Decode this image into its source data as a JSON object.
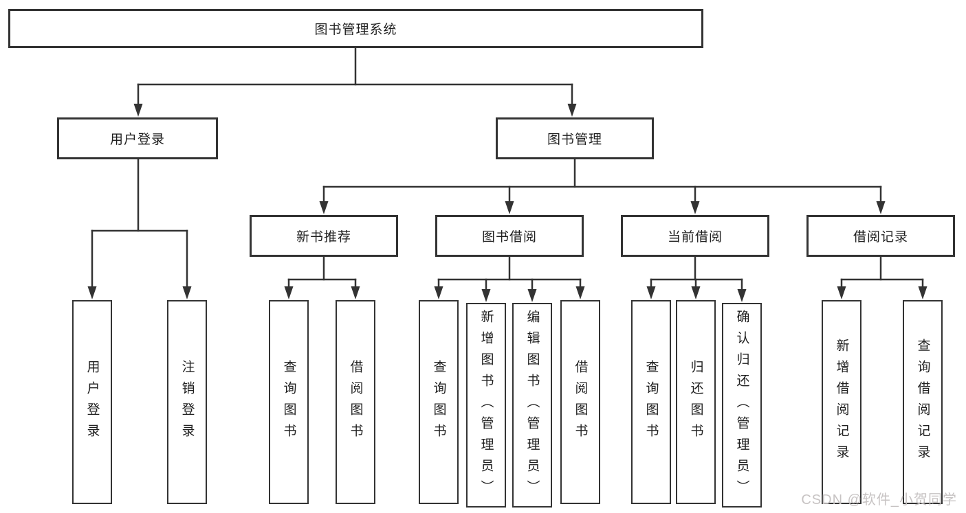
{
  "diagram_title": "图书管理系统",
  "watermark": "CSDN @软件_小贺同学",
  "colors": {
    "line": "#333333",
    "box_border": "#333333",
    "text": "#1f1f1f",
    "background": "#ffffff",
    "watermark": "#c7c3c3"
  },
  "tree": {
    "label": "图书管理系统",
    "children": [
      {
        "label": "用户登录",
        "children": [
          {
            "label": "用户登录"
          },
          {
            "label": "注销登录"
          }
        ]
      },
      {
        "label": "图书管理",
        "children": [
          {
            "label": "新书推荐",
            "children": [
              {
                "label": "查询图书"
              },
              {
                "label": "借阅图书"
              }
            ]
          },
          {
            "label": "图书借阅",
            "children": [
              {
                "label": "查询图书"
              },
              {
                "label": "新增图书（管理员）"
              },
              {
                "label": "编辑图书（管理员）"
              },
              {
                "label": "借阅图书"
              }
            ]
          },
          {
            "label": "当前借阅",
            "children": [
              {
                "label": "查询图书"
              },
              {
                "label": "归还图书"
              },
              {
                "label": "确认归还（管理员）"
              }
            ]
          },
          {
            "label": "借阅记录",
            "children": [
              {
                "label": "新增借阅记录"
              },
              {
                "label": "查询借阅记录"
              }
            ]
          }
        ]
      }
    ]
  }
}
